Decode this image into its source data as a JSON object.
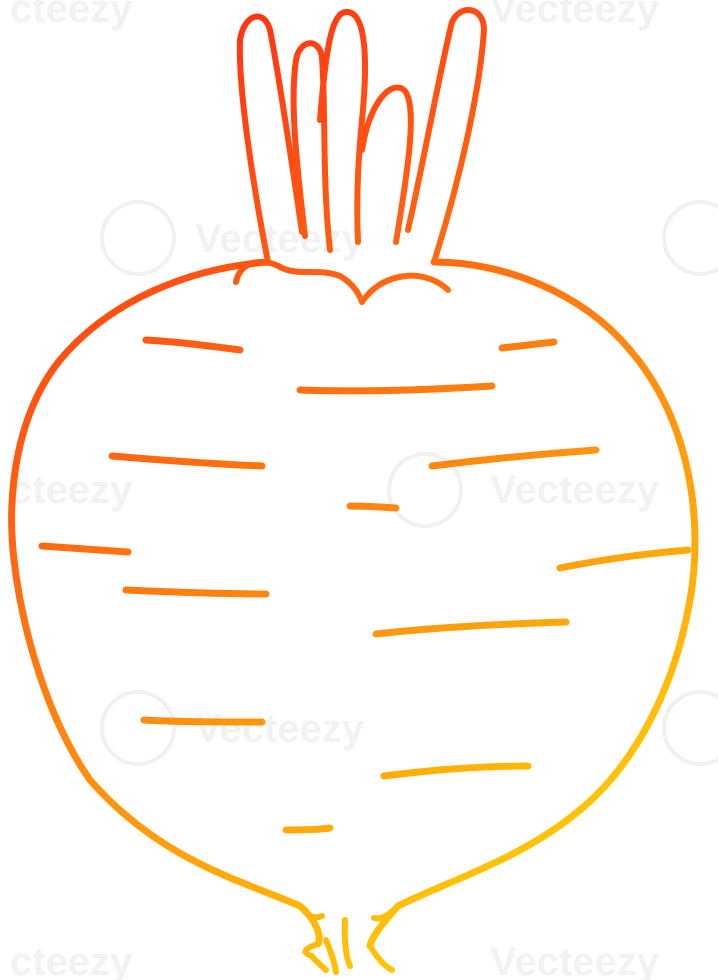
{
  "image": {
    "subject": "beet-root-cartoon",
    "palette": {
      "stroke_top": "#ff1a14",
      "stroke_mid": "#ff8c10",
      "stroke_bottom": "#ffe800",
      "background": "#ffffff"
    }
  },
  "watermark": {
    "text": "Vecteezy",
    "partial_left": "cteezy",
    "partial_top_left": "cteezy"
  }
}
